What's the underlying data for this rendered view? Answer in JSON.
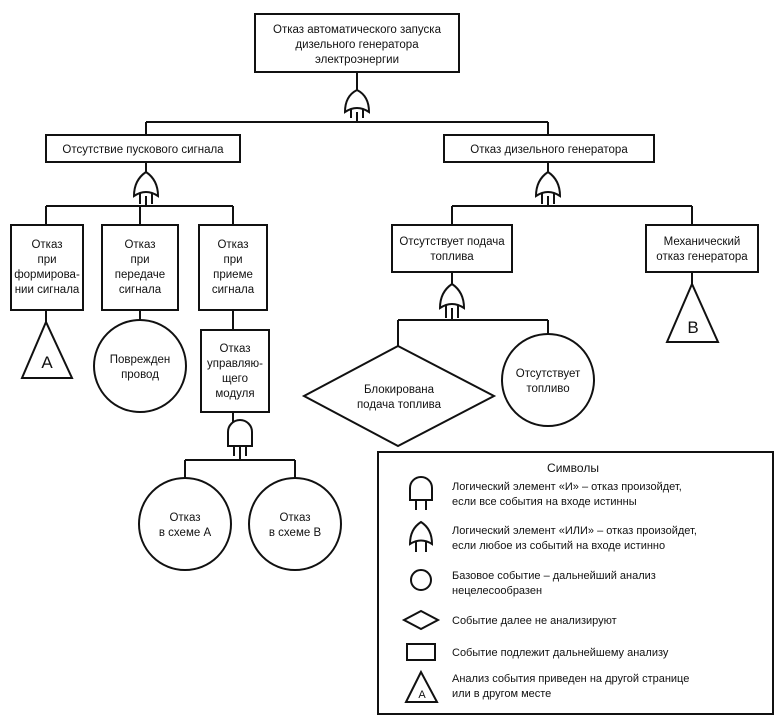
{
  "top_event": [
    "Отказ автоматического запуска",
    "дизельного генератора",
    "электроэнергии"
  ],
  "left_branch": {
    "title": "Отсутствие пускового сигнала",
    "event1": [
      "Отказ",
      "при",
      "формирова-",
      "нии сигнала"
    ],
    "event1_transfer": "A",
    "event2": [
      "Отказ",
      "при",
      "передаче",
      "сигнала"
    ],
    "event2_basic": [
      "Поврежден",
      "провод"
    ],
    "event3": [
      "Отказ",
      "при",
      "приеме",
      "сигнала"
    ],
    "module": [
      "Отказ",
      "управляю-",
      "щего",
      "модуля"
    ],
    "circuit_a": [
      "Отказ",
      "в схеме A"
    ],
    "circuit_b": [
      "Отказ",
      "в схеме B"
    ]
  },
  "right_branch": {
    "title": "Отказ дизельного генератора",
    "fuel": [
      "Отсутствует подача",
      "топлива"
    ],
    "fuel_blocked": [
      "Блокирована",
      "подача топлива"
    ],
    "fuel_absent": [
      "Отсутствует",
      "топливо"
    ],
    "mechanical": [
      "Механический",
      "отказ генератора"
    ],
    "mechanical_transfer": "B"
  },
  "legend": {
    "title": "Символы",
    "and_gate": [
      "Логический элемент «И» – отказ произойдет,",
      "если все события на входе истинны"
    ],
    "or_gate": [
      "Логический элемент «ИЛИ» – отказ произойдет,",
      "если любое из событий на входе истинно"
    ],
    "basic_event": [
      "Базовое событие – дальнейший анализ",
      "нецелесообразен"
    ],
    "undeveloped": "Событие далее не анализируют",
    "intermediate": "Событие подлежит дальнейшему анализу",
    "transfer": [
      "Анализ события приведен на другой странице",
      "или в другом месте"
    ],
    "transfer_letter": "A"
  }
}
